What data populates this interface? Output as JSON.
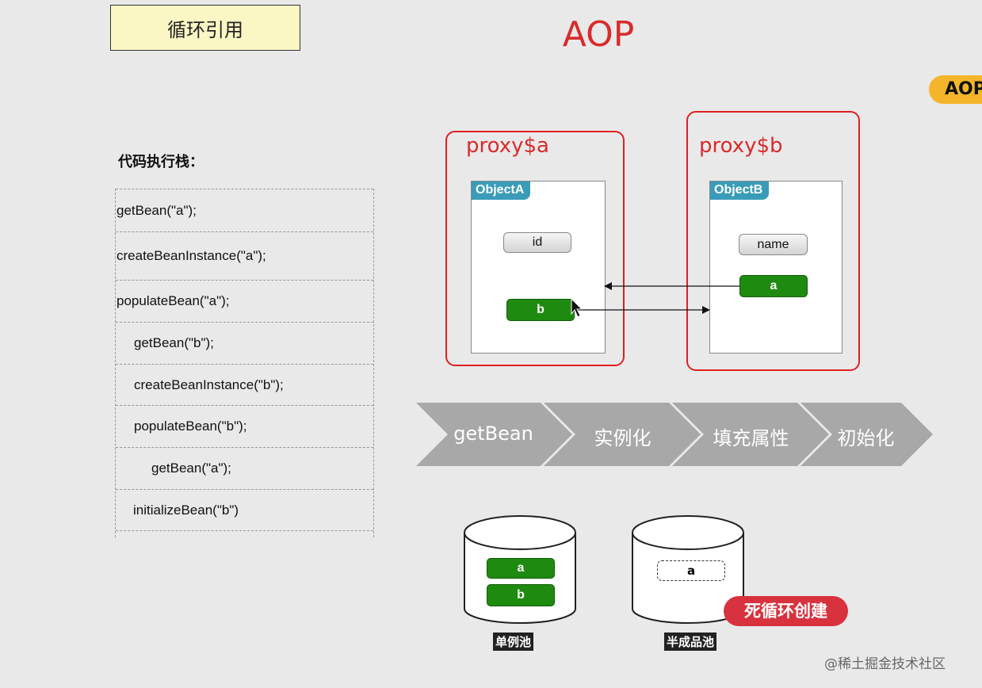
{
  "title": "循环引用",
  "heading": "AOP",
  "badge": "AOP",
  "stack": {
    "heading": "代码执行栈：",
    "rows": [
      "getBean(\"a\");",
      "createBeanInstance(\"a\");",
      "populateBean(\"a\");",
      "getBean(\"b\");",
      "createBeanInstance(\"b\");",
      "populateBean(\"b\");",
      "getBean(\"a\");",
      "initializeBean(\"b\")"
    ]
  },
  "proxy_a": {
    "label": "proxy$a",
    "object": "ObjectA",
    "field_plain": "id",
    "field_ref": "b"
  },
  "proxy_b": {
    "label": "proxy$b",
    "object": "ObjectB",
    "field_plain": "name",
    "field_ref": "a"
  },
  "steps": [
    "getBean",
    "实例化",
    "填充属性",
    "初始化"
  ],
  "pools": {
    "singleton": {
      "label": "单例池",
      "items": [
        "a",
        "b"
      ]
    },
    "half": {
      "label": "半成品池",
      "items": [
        "a"
      ]
    }
  },
  "alert": "死循环创建",
  "watermark": "@稀土掘金技术社区",
  "colors": {
    "accent_red": "#d92b2b",
    "object_tag": "#3a9cb8",
    "field_green": "#1e8a10",
    "badge_yellow": "#f5b52a",
    "alert_red": "#d8323e"
  }
}
